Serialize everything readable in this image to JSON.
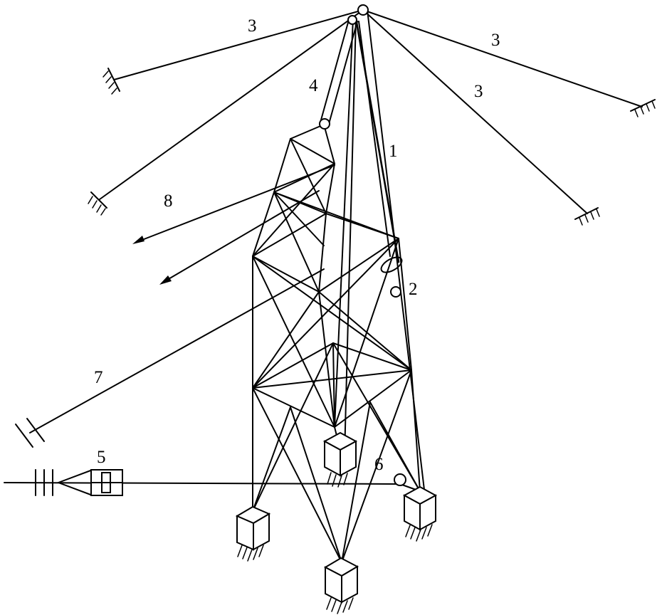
{
  "labels": {
    "mast": "1",
    "pulley_2": "2",
    "guy_wire": "3",
    "boom": "4",
    "winch": "5",
    "pulley_6": "6",
    "rope_7": "7",
    "rope_8": "8"
  }
}
